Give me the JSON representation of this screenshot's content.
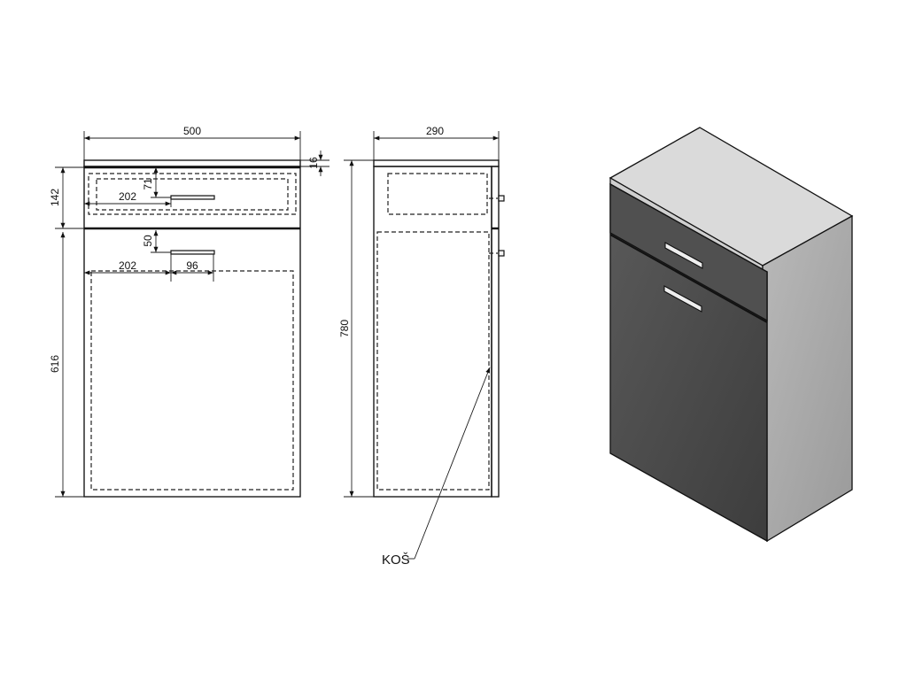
{
  "dimensions": {
    "total_width": "500",
    "top_thickness": "16",
    "depth": "290",
    "drawer_height": "142",
    "drawer_handle_offset": "71",
    "drawer_handle_side": "202",
    "door_handle_offset": "50",
    "door_handle_side": "202",
    "handle_length": "96",
    "door_height": "616",
    "total_height": "780"
  },
  "labels": {
    "bin": "KOŠ"
  },
  "colors": {
    "line": "#1a1a1a",
    "iso_front": "#4a4a4a",
    "iso_side": "#a8a8a8",
    "iso_top": "#d9d9d9"
  }
}
